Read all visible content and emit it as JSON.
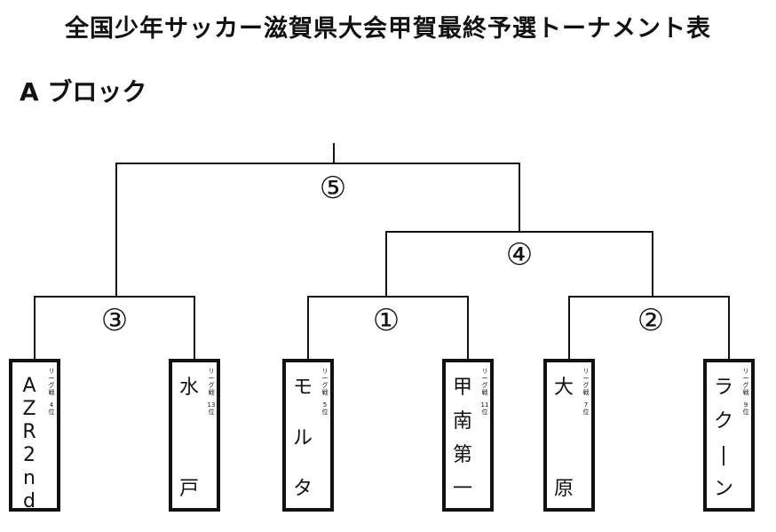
{
  "title": "全国少年サッカー滋賀県大会甲賀最終予選トーナメント表",
  "block_label": "A ブロック",
  "rank_label": "リーグ戦",
  "rank_suffix": "位",
  "matches": [
    {
      "id": "1",
      "label": "①"
    },
    {
      "id": "2",
      "label": "②"
    },
    {
      "id": "3",
      "label": "③"
    },
    {
      "id": "4",
      "label": "④"
    },
    {
      "id": "5",
      "label": "⑤"
    }
  ],
  "teams": [
    {
      "name": "AZR2nd",
      "rank": "4"
    },
    {
      "name": "水戸",
      "rank": "13"
    },
    {
      "name": "モルタ",
      "rank": "5"
    },
    {
      "name": "甲南第一",
      "rank": "11"
    },
    {
      "name": "大原",
      "rank": "7"
    },
    {
      "name": "ラクーン",
      "rank": "9"
    }
  ]
}
